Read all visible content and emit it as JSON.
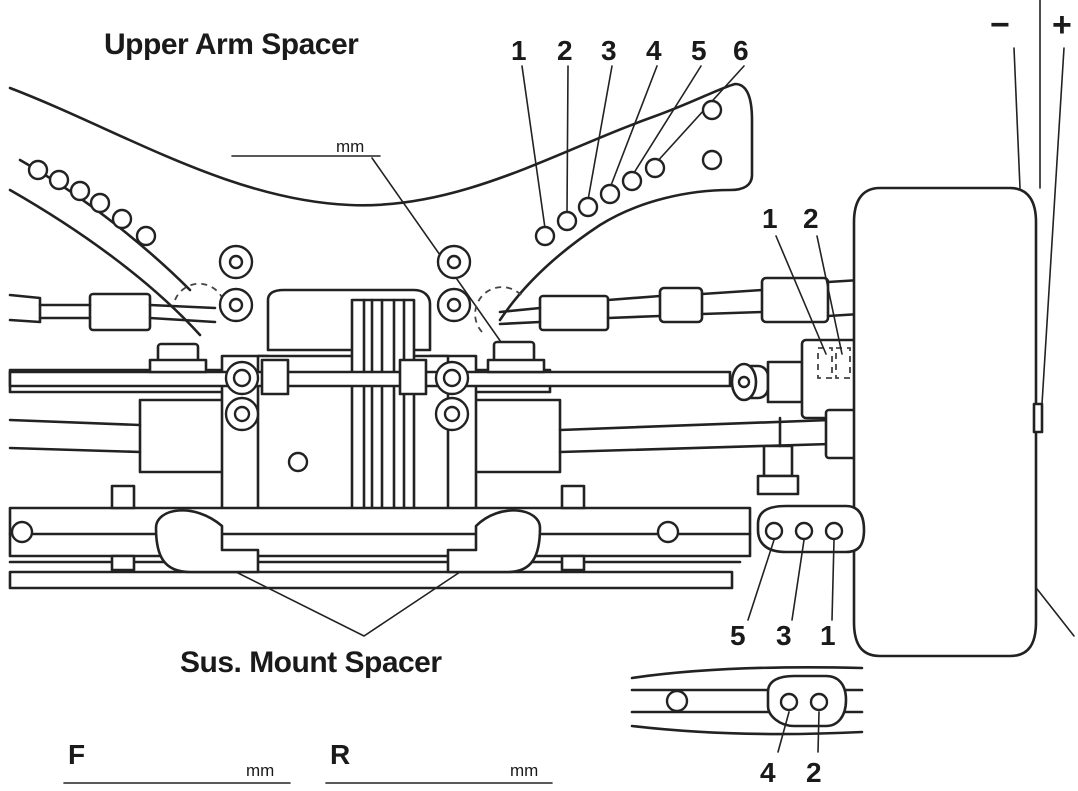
{
  "labels": {
    "upper_arm_spacer": "Upper Arm Spacer",
    "sus_mount_spacer": "Sus. Mount Spacer",
    "center_unit": "mm",
    "minus_sign": "−",
    "plus_sign": "+",
    "front_letter": "F",
    "front_unit": "mm",
    "rear_letter": "R",
    "rear_unit": "mm"
  },
  "upper_holes": [
    "1",
    "2",
    "3",
    "4",
    "5",
    "6"
  ],
  "hub_holes": [
    "1",
    "2"
  ],
  "lower_row_a": [
    "5",
    "3",
    "1"
  ],
  "lower_row_b": [
    "4",
    "2"
  ]
}
